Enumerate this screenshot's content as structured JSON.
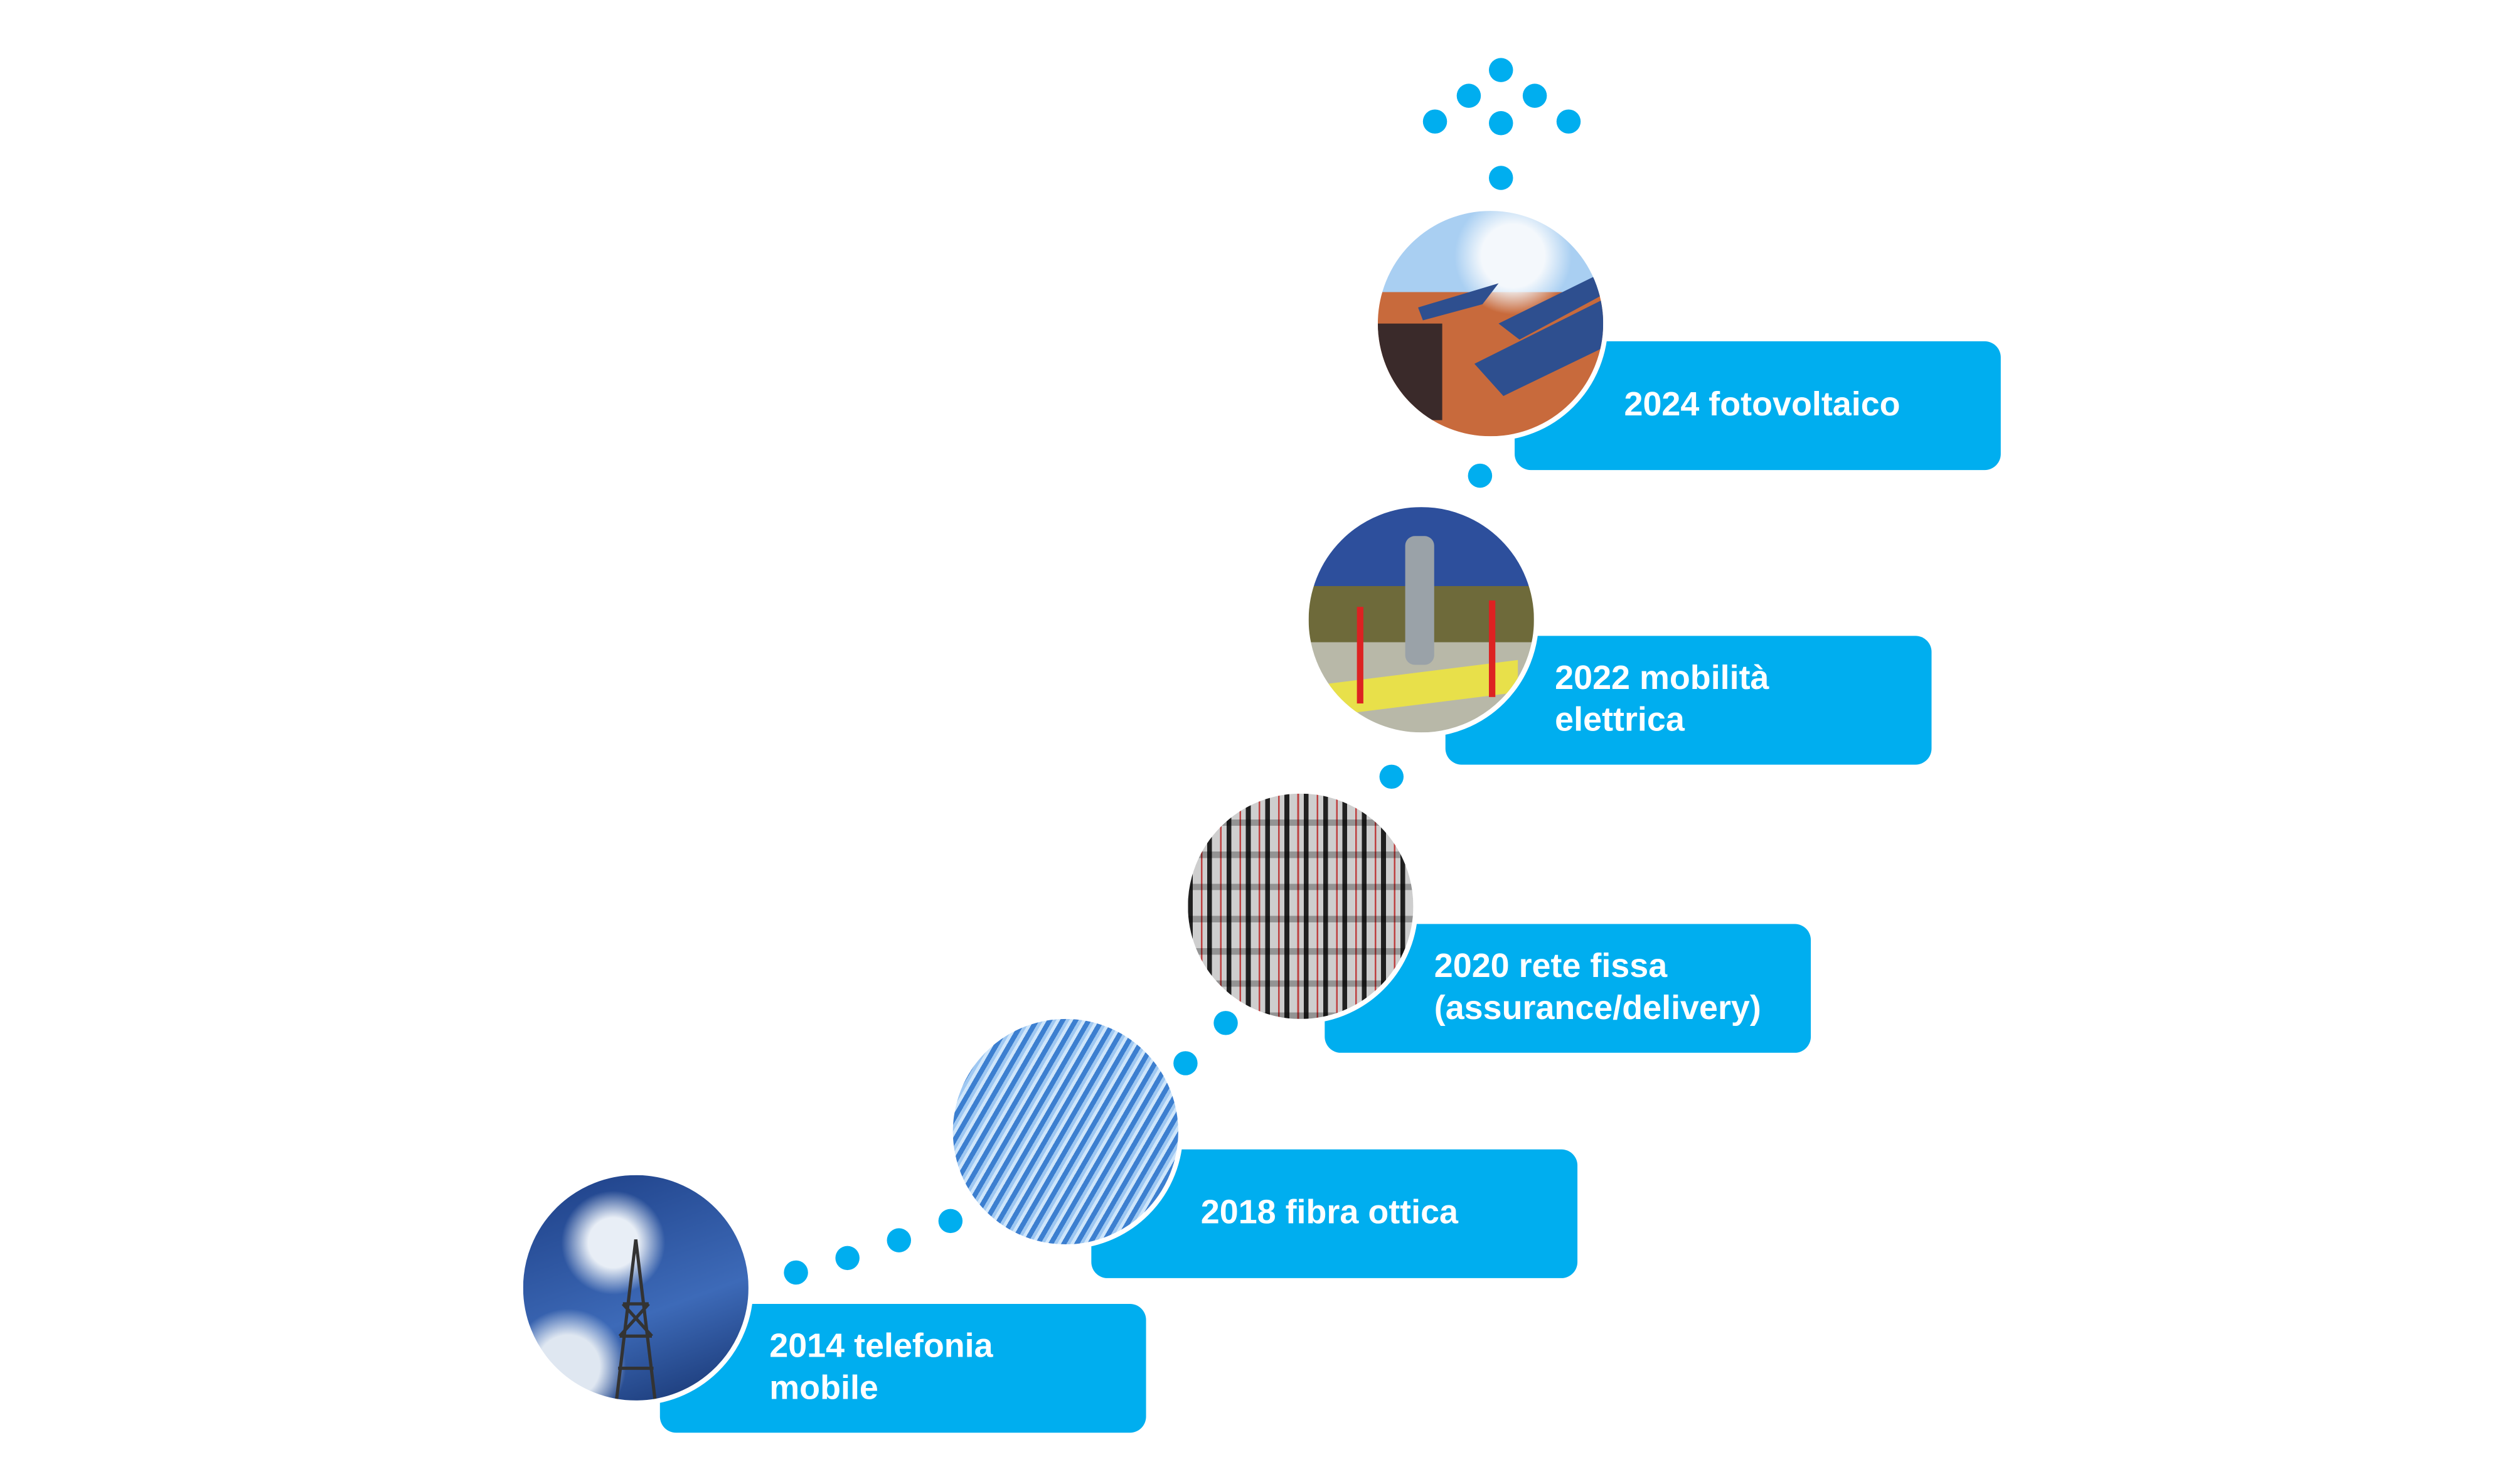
{
  "accent_color": "#00AEEF",
  "milestones": [
    {
      "year": "2014",
      "line1": "2014 telefonia",
      "line2": "mobile",
      "image": "telecom-tower-photo"
    },
    {
      "year": "2018",
      "line1": "2018 fibra ottica",
      "line2": "",
      "image": "optical-fiber-photo"
    },
    {
      "year": "2020",
      "line1": "2020 rete fissa",
      "line2": "(assurance/delivery)",
      "image": "network-patch-panel-photo"
    },
    {
      "year": "2022",
      "line1": "2022 mobilità",
      "line2": "elettrica",
      "image": "ev-charging-station-photo"
    },
    {
      "year": "2024",
      "line1": "2024 fotovoltaico",
      "line2": "",
      "image": "solar-panels-roof-photo"
    }
  ]
}
